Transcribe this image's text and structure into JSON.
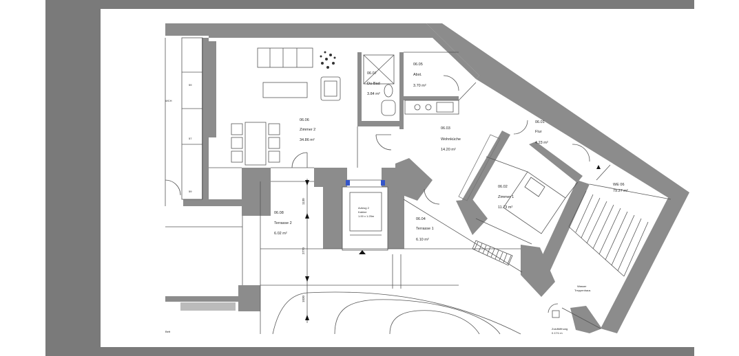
{
  "rooms": [
    {
      "id": "r0606",
      "number": "06.06",
      "name": "Zimmer 2",
      "area": "34.86 m²"
    },
    {
      "id": "r0607",
      "number": "06.07",
      "name": "Du-Bad",
      "area": "3.84 m²"
    },
    {
      "id": "r0605",
      "number": "06.05",
      "name": "Abst.",
      "area": "3.70 m²"
    },
    {
      "id": "r0603",
      "number": "06.03",
      "name": "Wohnküche",
      "area": "14.20 m²"
    },
    {
      "id": "r0601",
      "number": "06.01",
      "name": "Flur",
      "area": "4.23 m²"
    },
    {
      "id": "rwe06",
      "number": "WE 06",
      "name": "",
      "area": "79.27 m²"
    },
    {
      "id": "r0602",
      "number": "06.02",
      "name": "Zimmer 1",
      "area": "11.73 m²"
    },
    {
      "id": "r0608",
      "number": "06.08",
      "name": "Terrasse 2",
      "area": "6.02 m²"
    },
    {
      "id": "r0604",
      "number": "06.04",
      "name": "Terrasse 1",
      "area": "6.10 m²"
    }
  ],
  "elevator": {
    "line1": "Aufzug 2",
    "line2": "Kabine",
    "line3": "1.00 x 1.25m"
  },
  "dimensions": {
    "d1": "1130",
    "d2": "2770",
    "d3": "1030"
  },
  "stair_note": {
    "line1": "Wasser",
    "line2": "Treppenhaus"
  },
  "bottom_note": {
    "line1": "Zuluftöffnung",
    "line2": "0.17/1 m"
  },
  "left_labels": {
    "l1": "59",
    "l2": "WCH",
    "l3": "57",
    "l4": "59",
    "l5": "Bett"
  },
  "colors": {
    "wall": "#8c8c8c",
    "line": "#555555",
    "frame": "#7a7a7a"
  }
}
